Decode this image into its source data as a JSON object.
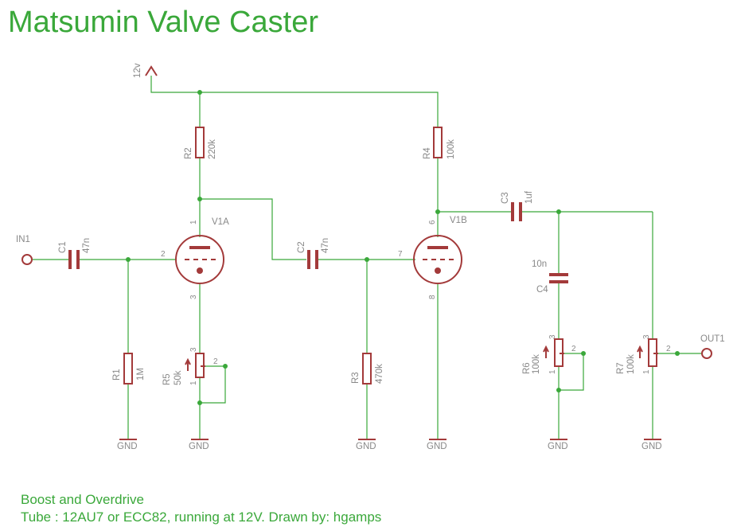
{
  "title": "Matsumin Valve Caster",
  "notes": {
    "line1": "Boost and Overdrive",
    "line2": "Tube : 12AU7 or ECC82, running at 12V. Drawn by: hgamps"
  },
  "supply": {
    "label": "12v"
  },
  "connectors": {
    "input": "IN1",
    "output": "OUT1"
  },
  "tubes": {
    "v1a": {
      "name": "V1A",
      "plate_pin": "1",
      "grid_pin": "2",
      "cathode_pin": "3"
    },
    "v1b": {
      "name": "V1B",
      "plate_pin": "6",
      "grid_pin": "7",
      "cathode_pin": "8"
    }
  },
  "resistors": {
    "r1": {
      "name": "R1",
      "value": "1M"
    },
    "r2": {
      "name": "R2",
      "value": "220k"
    },
    "r3": {
      "name": "R3",
      "value": "470k"
    },
    "r4": {
      "name": "R4",
      "value": "100k"
    }
  },
  "pots": {
    "r5": {
      "name": "R5",
      "value": "50k"
    },
    "r6": {
      "name": "R6",
      "value": "100k"
    },
    "r7": {
      "name": "R7",
      "value": "100k"
    },
    "pin1": "1",
    "pin2": "2",
    "pin3": "3"
  },
  "capacitors": {
    "c1": {
      "name": "C1",
      "value": "47n"
    },
    "c2": {
      "name": "C2",
      "value": "47n"
    },
    "c3": {
      "name": "C3",
      "value": "1uf"
    },
    "c4": {
      "name": "C4",
      "value": "10n"
    }
  },
  "ground_label": "GND"
}
